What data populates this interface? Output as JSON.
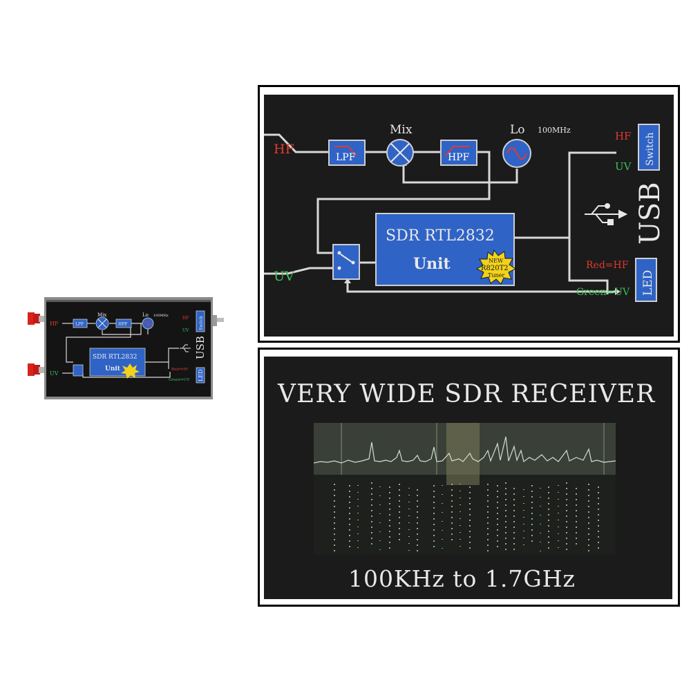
{
  "device": {
    "hf": "HF",
    "uv": "UV",
    "lpf": "LPF",
    "mix": "Mix",
    "hpf": "HPF",
    "lo": "Lo",
    "lo_freq": "100MHz",
    "unit_line1": "SDR RTL2832",
    "unit_line2": "Unit",
    "switch_label": "Switch",
    "usb": "USB",
    "red_hf": "Red=HF",
    "green_uv": "Green=UV",
    "led": "LED"
  },
  "block_diagram": {
    "hf": "HF",
    "uv": "UV",
    "lpf": "LPF",
    "mix": "Mix",
    "hpf": "HPF",
    "lo": "Lo",
    "lo_freq": "100MHz",
    "unit_line1": "SDR RTL2832",
    "unit_line2": "Unit",
    "badge_line1": "NEW",
    "badge_line2": "R820T2",
    "badge_line3": "Tuner",
    "switch_hf": "HF",
    "switch_uv": "UV",
    "switch_label": "Switch",
    "usb": "USB",
    "red_hf": "Red=HF",
    "green_uv": "Green=UV",
    "led": "LED"
  },
  "receiver_panel": {
    "title": "VERY WIDE SDR RECEIVER",
    "range": "100KHz to 1.7GHz"
  },
  "colors": {
    "panel_bg": "#1b1b1b",
    "block_blue": "#2f63c6",
    "hf_red": "#e03a2e",
    "uv_green": "#3fbf5a",
    "badge_yellow": "#f2d21b",
    "connector_red": "#d8221c"
  }
}
